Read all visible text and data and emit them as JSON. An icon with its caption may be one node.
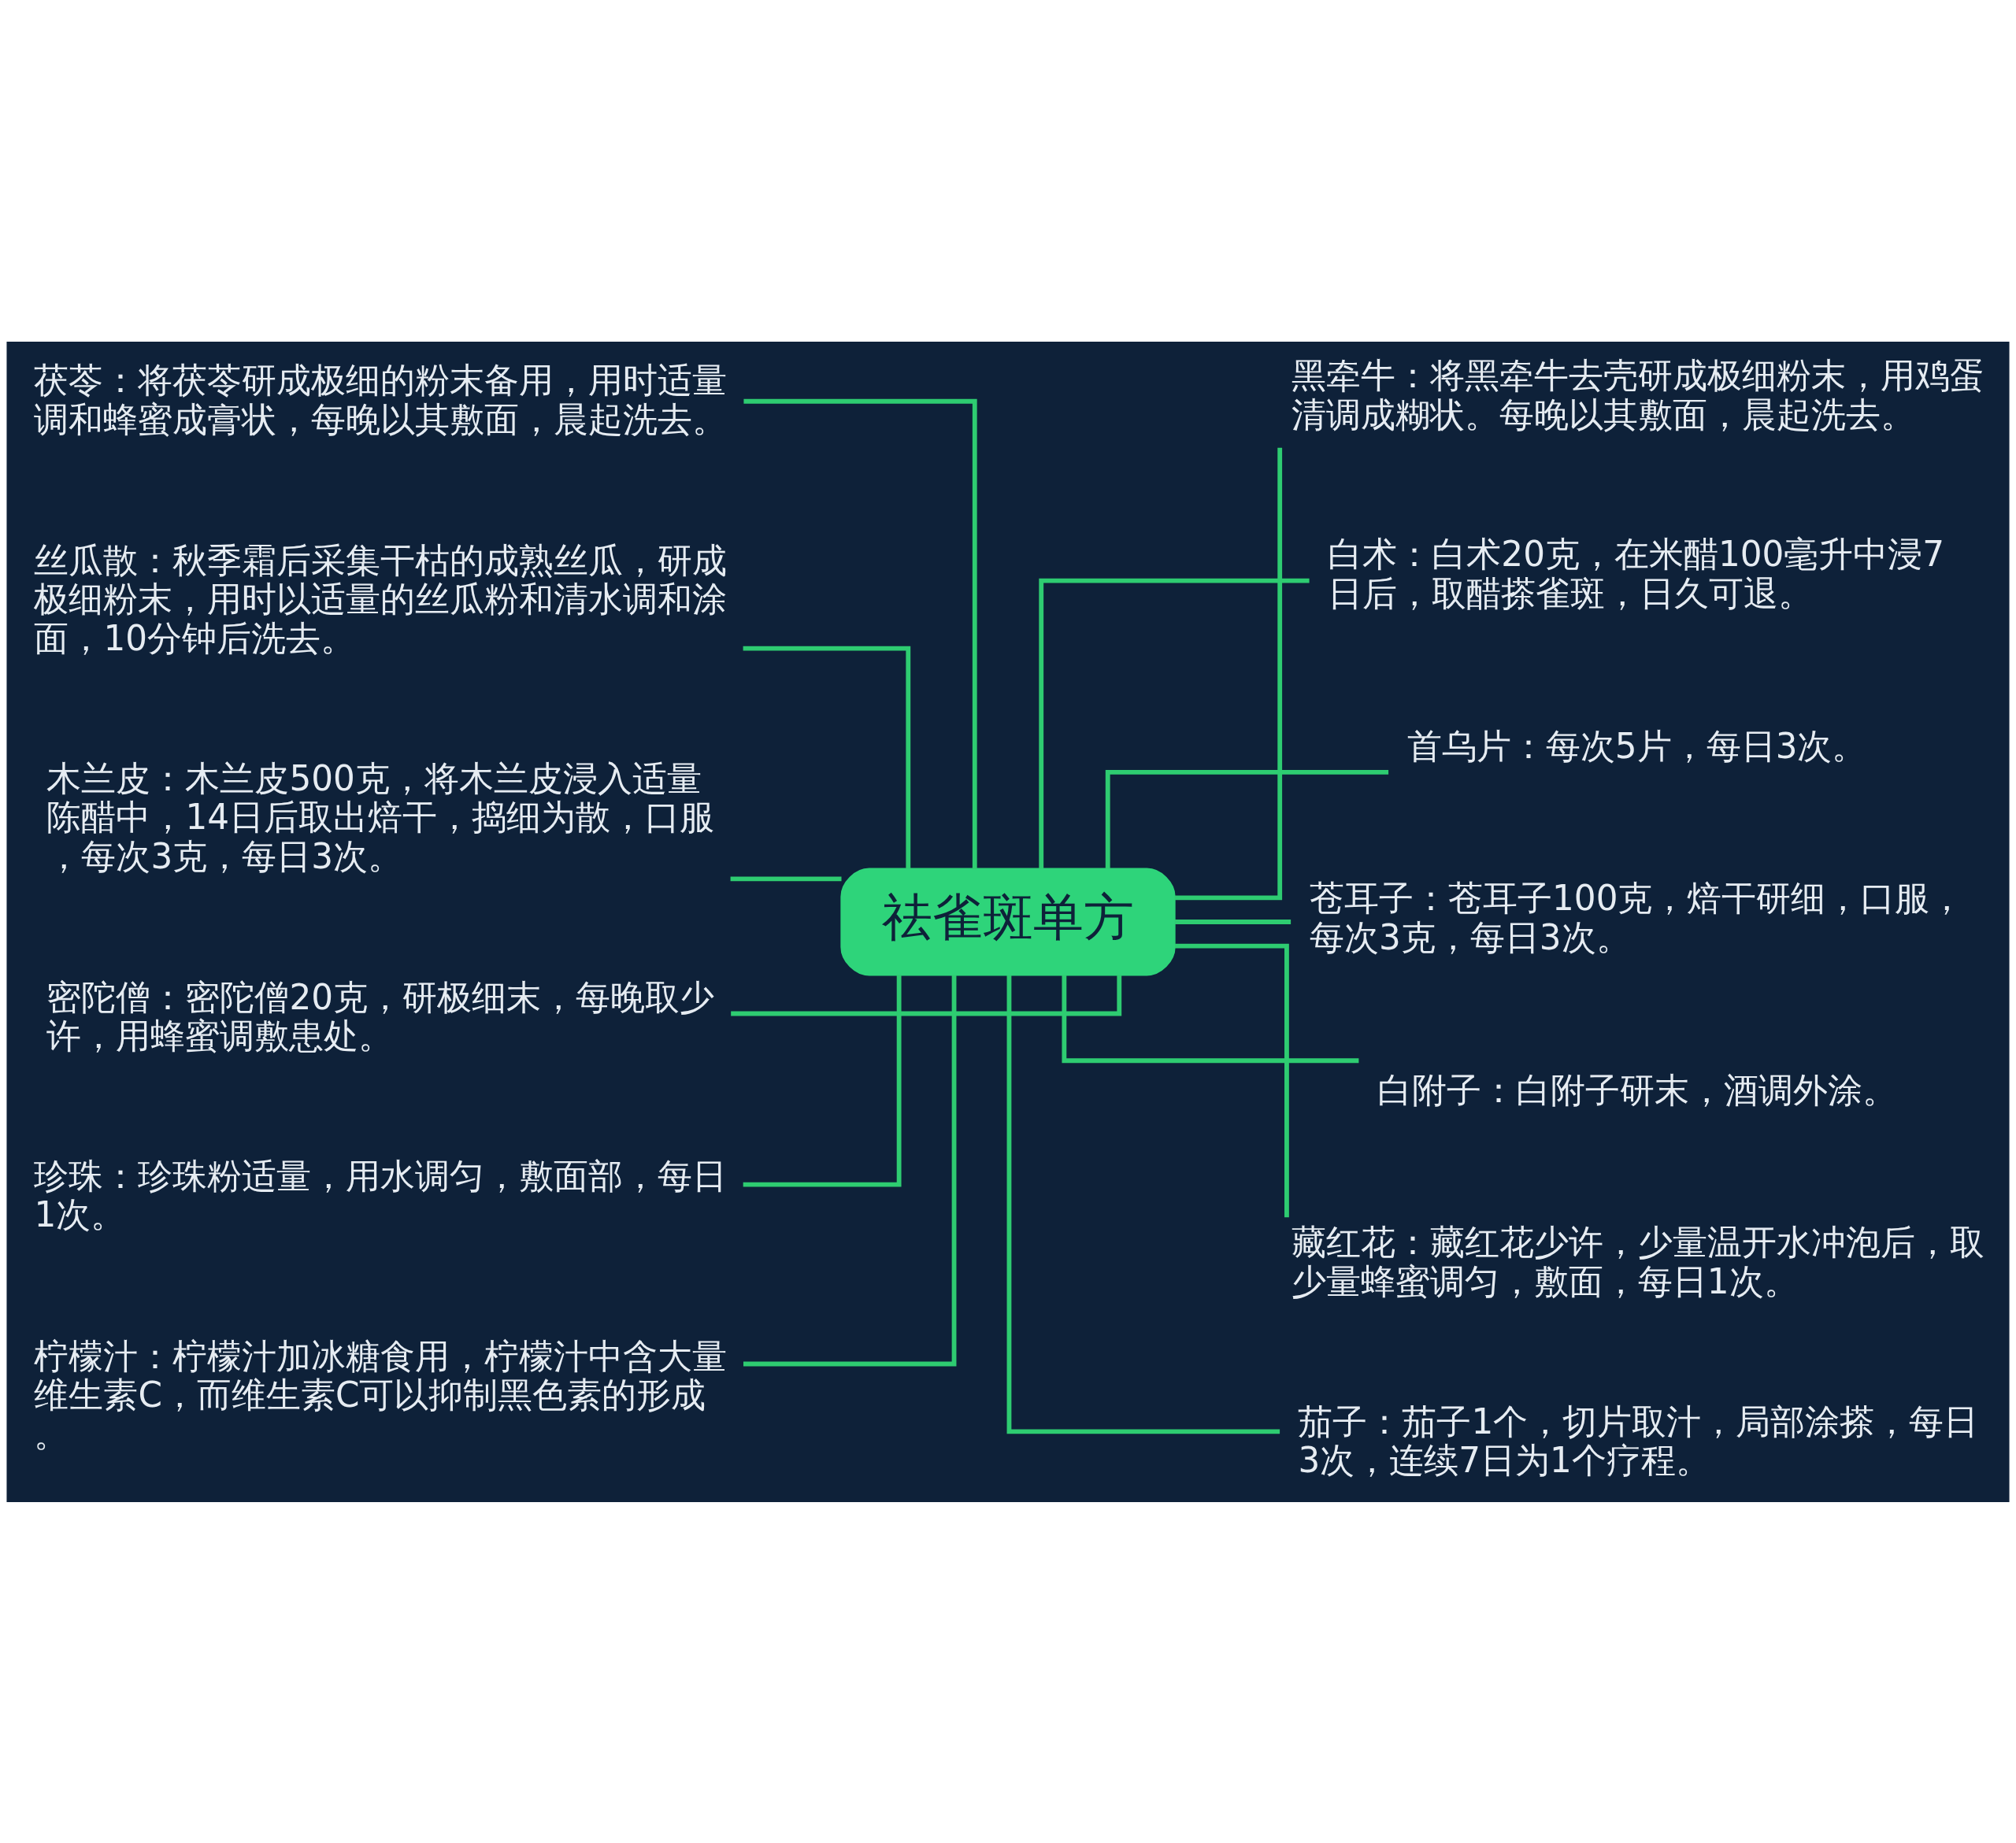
{
  "diagram": {
    "nodes": [
      {
        "text": [
          "祛雀斑单方"
        ]
      },
      {
        "text": [
          "茯苓：将茯苓研成极细的粉末备用，用时适量调和蜂蜜成膏状，每晚以其敷面，晨起洗去。"
        ]
      },
      {
        "text": [
          "丝瓜散：秋季霜后采集干枯的成熟丝瓜，研成极细粉末，用时以适量的丝瓜粉和清水调和涂面，10分钟后洗去。"
        ]
      },
      {
        "text": [
          "木兰皮：木兰皮500克，将木兰皮浸入适量陈醋中，14日后取出焙干，捣细为散，口服，每次3克，每日3次。"
        ]
      },
      {
        "text": [
          "密陀僧：密陀僧20克，研极细末，每晚取少许，用蜂蜜调敷患处。"
        ]
      },
      {
        "text": [
          "珍珠：珍珠粉适量，用水调匀，敷面部，每日1次。"
        ]
      },
      {
        "text": [
          "柠檬汁：柠檬汁加冰糖食用，柠檬汁中含大量维生素C，而维生素C可以抑制黑色素的形成。"
        ]
      },
      {
        "text": [
          "黑牵牛：将黑牵牛去壳研成极细粉末，用鸡蛋清调成糊状。每晚以其敷面，晨起洗去。"
        ]
      },
      {
        "text": [
          "白术：白术20克，在米醋100毫升中浸7日后，取醋搽雀斑，日久可退。"
        ]
      },
      {
        "text": [
          "首乌片：每次5片，每日3次。"
        ]
      },
      {
        "text": [
          "苍耳子：苍耳子100克，焙干研细，口服，每次3克，每日3次。"
        ]
      },
      {
        "text": [
          "白附子：白附子研末，酒调外涂。"
        ]
      },
      {
        "text": [
          "藏红花：藏红花少许，少量温开水冲泡后，取少量蜂蜜调匀，敷面，每日1次。"
        ]
      },
      {
        "text": [
          "茄子：茄子1个，切片取汁，局部涂搽，每日3次，连续7日为1个疗程。"
        ]
      }
    ],
    "edges": [
      {
        "from": 0,
        "to": 1,
        "arrow": "none"
      },
      {
        "from": 0,
        "to": 2,
        "arrow": "none"
      },
      {
        "from": 0,
        "to": 3,
        "arrow": "none"
      },
      {
        "from": 0,
        "to": 4,
        "arrow": "none"
      },
      {
        "from": 0,
        "to": 5,
        "arrow": "none"
      },
      {
        "from": 0,
        "to": 6,
        "arrow": "none"
      },
      {
        "from": 0,
        "to": 7,
        "arrow": "none"
      },
      {
        "from": 0,
        "to": 8,
        "arrow": "none"
      },
      {
        "from": 0,
        "to": 9,
        "arrow": "none"
      },
      {
        "from": 0,
        "to": 10,
        "arrow": "none"
      },
      {
        "from": 0,
        "to": 11,
        "arrow": "none"
      },
      {
        "from": 0,
        "to": 12,
        "arrow": "none"
      },
      {
        "from": 0,
        "to": 13,
        "arrow": "none"
      }
    ]
  }
}
